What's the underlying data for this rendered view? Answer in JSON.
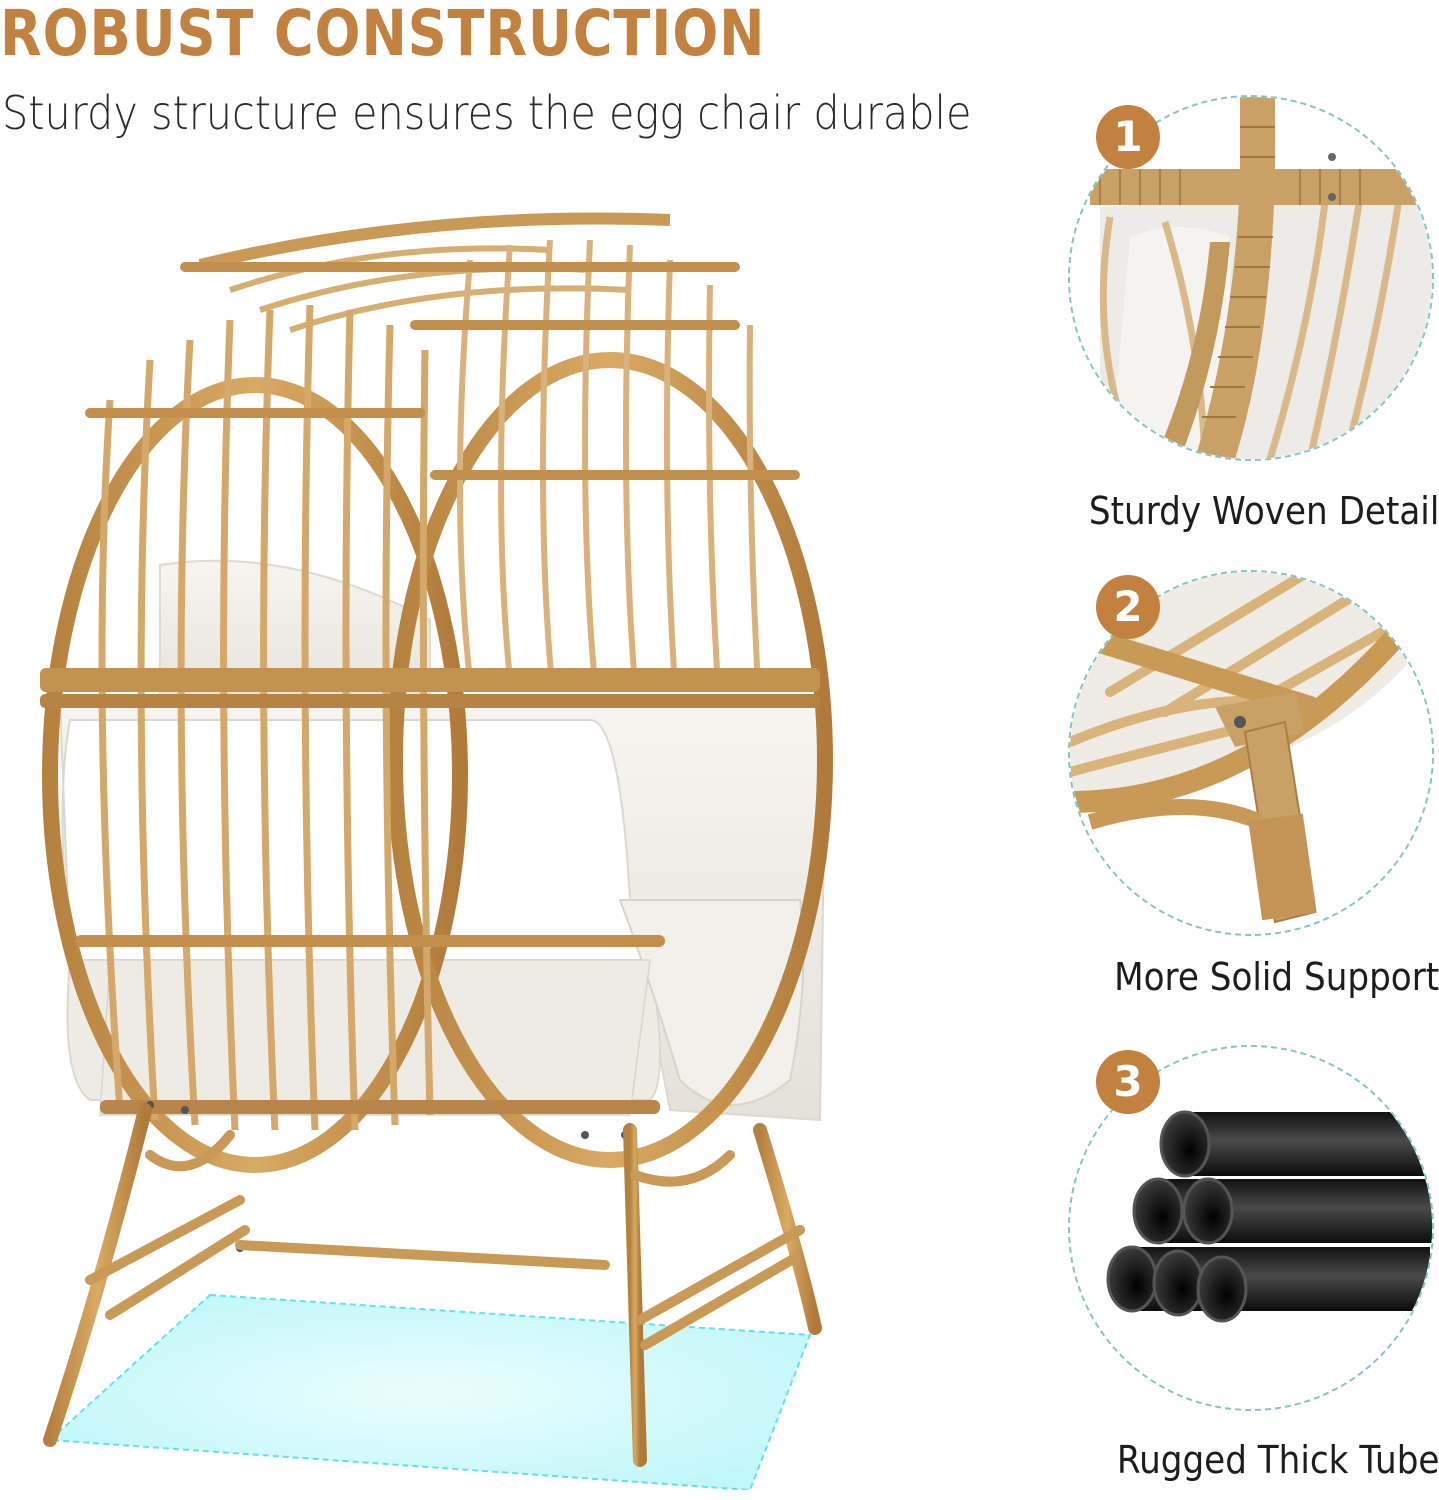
{
  "header": {
    "title": "ROBUST CONSTRUCTION",
    "subtitle": "Sturdy structure ensures the egg chair durable"
  },
  "colors": {
    "accent": "#c2813f",
    "rattan": "#c99a55",
    "rattan_dark": "#a8773a",
    "cushion": "#f3f1ec",
    "dashed_circle": "#7fc6c2",
    "floor_glow": "#8ff3f5",
    "tube": "#1c1c1c"
  },
  "main_image": {
    "subject": "rattan egg chair with white cushions on four-leg stand"
  },
  "features": [
    {
      "number": "1",
      "caption": "Sturdy Woven Detail",
      "image": "woven rattan joint close-up"
    },
    {
      "number": "2",
      "caption": "More Solid Support",
      "image": "leg bracket with bolts close-up"
    },
    {
      "number": "3",
      "caption": "Rugged Thick Tube",
      "image": "stack of black steel tubes"
    }
  ]
}
